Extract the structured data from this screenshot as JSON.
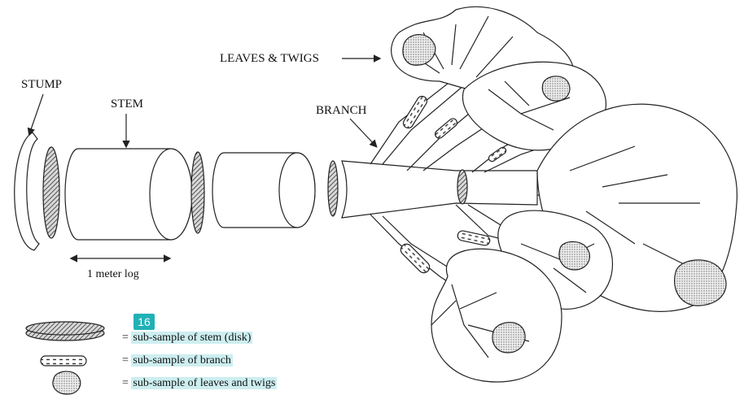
{
  "labels": {
    "stump": "STUMP",
    "stem": "STEM",
    "branch": "BRANCH",
    "leaves_twigs": "LEAVES & TWIGS",
    "log_length": "1 meter log"
  },
  "legend": {
    "badge": "16",
    "items": [
      {
        "prefix": "= ",
        "text": "sub-sample of stem (disk)"
      },
      {
        "prefix": "= ",
        "text": "sub-sample of branch"
      },
      {
        "prefix": "= ",
        "text": "sub-sample of leaves and twigs"
      }
    ]
  },
  "colors": {
    "line": "#222222",
    "highlight": "#cdeef0",
    "badge": "#1fb1b6"
  }
}
